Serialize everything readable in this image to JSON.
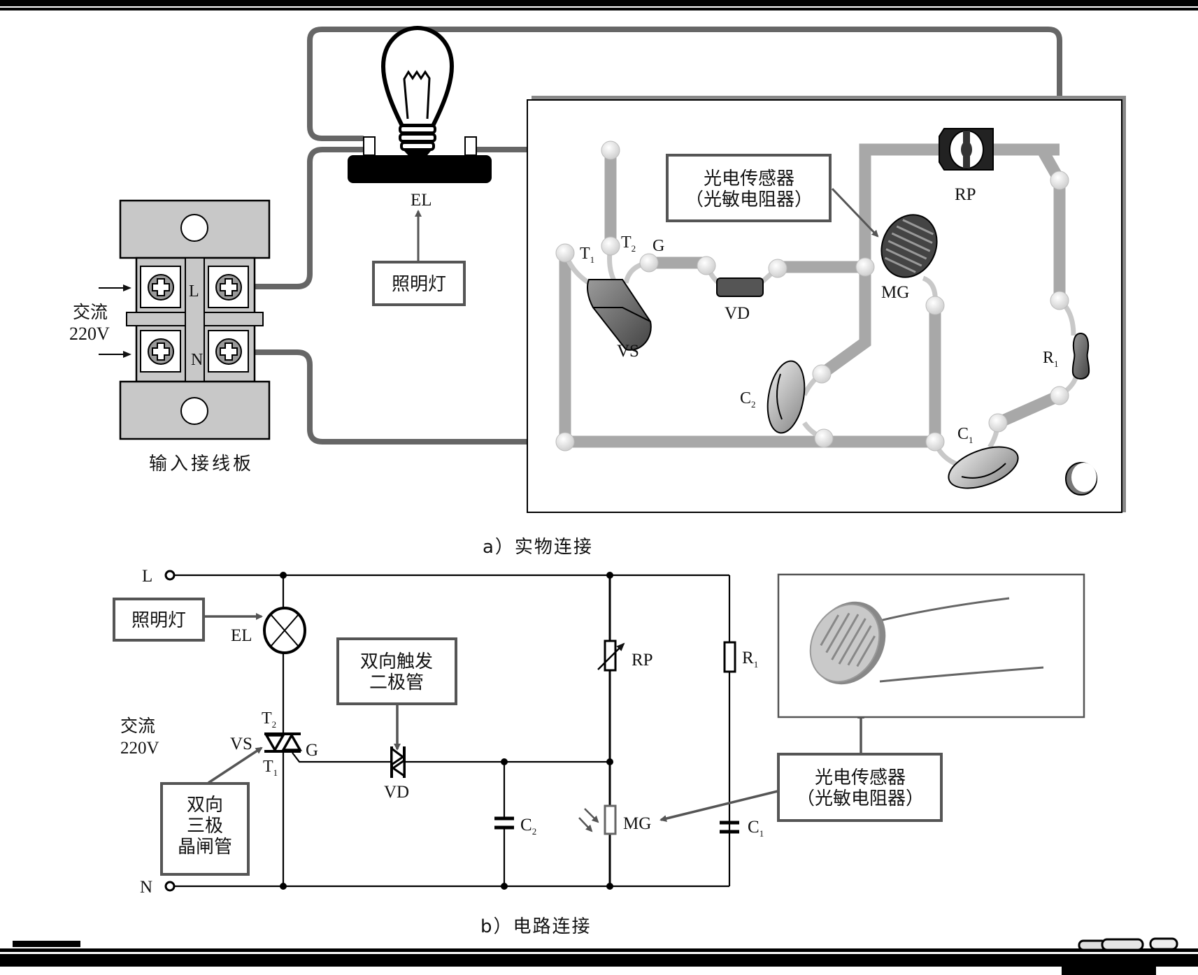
{
  "figure": {
    "panel_a": {
      "caption": "a）实物连接",
      "terminal_block": {
        "title": "输入接线板",
        "input_label_line1": "交流",
        "input_label_line2": "220V",
        "terminal_L": "L",
        "terminal_N": "N"
      },
      "lamp": {
        "designator": "EL",
        "callout": "照明灯"
      },
      "pcb": {
        "triac": {
          "designator": "VS",
          "pin_t1": "T",
          "pin_t1_sub": "1",
          "pin_t2": "T",
          "pin_t2_sub": "2",
          "pin_g": "G"
        },
        "diac": {
          "designator": "VD"
        },
        "ldr": {
          "designator": "MG",
          "callout_line1": "光电传感器",
          "callout_line2": "（光敏电阻器）"
        },
        "potentiometer": {
          "designator": "RP"
        },
        "resistor": {
          "designator": "R",
          "sub": "1"
        },
        "cap_c1": {
          "designator": "C",
          "sub": "1"
        },
        "cap_c2": {
          "designator": "C",
          "sub": "2"
        }
      }
    },
    "panel_b": {
      "caption": "b）电路连接",
      "terminal_L": "L",
      "terminal_N": "N",
      "supply_line1": "交流",
      "supply_line2": "220V",
      "lamp": {
        "designator": "EL",
        "callout": "照明灯"
      },
      "triac": {
        "designator": "VS",
        "pin_t1": "T",
        "pin_t1_sub": "1",
        "pin_t2": "T",
        "pin_t2_sub": "2",
        "pin_g": "G",
        "callout_line1": "双向",
        "callout_line2": "三极",
        "callout_line3": "晶闸管"
      },
      "diac": {
        "designator": "VD",
        "callout_line1": "双向触发",
        "callout_line2": "二极管"
      },
      "potentiometer": {
        "designator": "RP"
      },
      "ldr": {
        "designator": "MG",
        "callout_line1": "光电传感器",
        "callout_line2": "（光敏电阻器）"
      },
      "resistor": {
        "designator": "R",
        "sub": "1"
      },
      "cap_c1": {
        "designator": "C",
        "sub": "1"
      },
      "cap_c2": {
        "designator": "C",
        "sub": "2"
      }
    }
  }
}
